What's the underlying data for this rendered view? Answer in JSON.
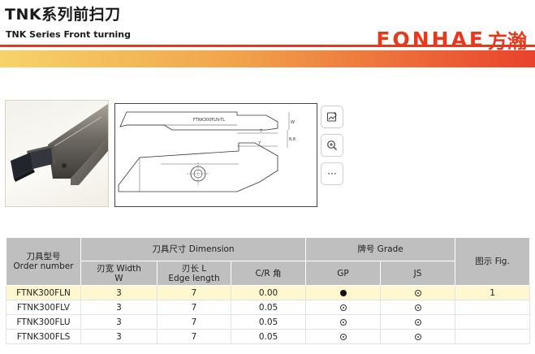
{
  "header": {
    "title_cn": "TNK系列前扫刀",
    "title_en": "TNK Series Front turning",
    "brand_latin": "FONHAE",
    "brand_cn": "方瀚"
  },
  "drawing": {
    "dim_length": "7",
    "dim_length_2": "7",
    "dim_height": "8.8",
    "dim_width": "W",
    "part_label": "FTNK300FLN-TL"
  },
  "toolbar": {
    "icons": [
      "edit-image-icon",
      "zoom-in-icon",
      "more-icon"
    ],
    "more_label": "···"
  },
  "table": {
    "col_order": "刀具型号",
    "col_order_en": "Order number",
    "col_dimension": "刀具尺寸 Dimension",
    "col_width": "刃宽 Width",
    "col_width_sym": "W",
    "col_edge": "刃长 L",
    "col_edge_en": "Edge length",
    "col_cr": "C/R 角",
    "col_grade": "牌号 Grade",
    "col_gp": "GP",
    "col_js": "JS",
    "col_fig": "图示 Fig.",
    "rows": [
      {
        "order": "FTNK300FLN",
        "w": "3",
        "l": "7",
        "cr": "0.00",
        "gp": "full",
        "js": "ring",
        "fig": "1"
      },
      {
        "order": "FTNK300FLV",
        "w": "3",
        "l": "7",
        "cr": "0.05",
        "gp": "ring",
        "js": "ring",
        "fig": ""
      },
      {
        "order": "FTNK300FLU",
        "w": "3",
        "l": "7",
        "cr": "0.05",
        "gp": "ring",
        "js": "ring",
        "fig": ""
      },
      {
        "order": "FTNK300FLS",
        "w": "3",
        "l": "7",
        "cr": "0.05",
        "gp": "ring",
        "js": "ring",
        "fig": ""
      }
    ]
  },
  "colors": {
    "brand": "#e8381c",
    "header_bg": "#bfbfbf",
    "highlight_row": "#fff7d0"
  }
}
